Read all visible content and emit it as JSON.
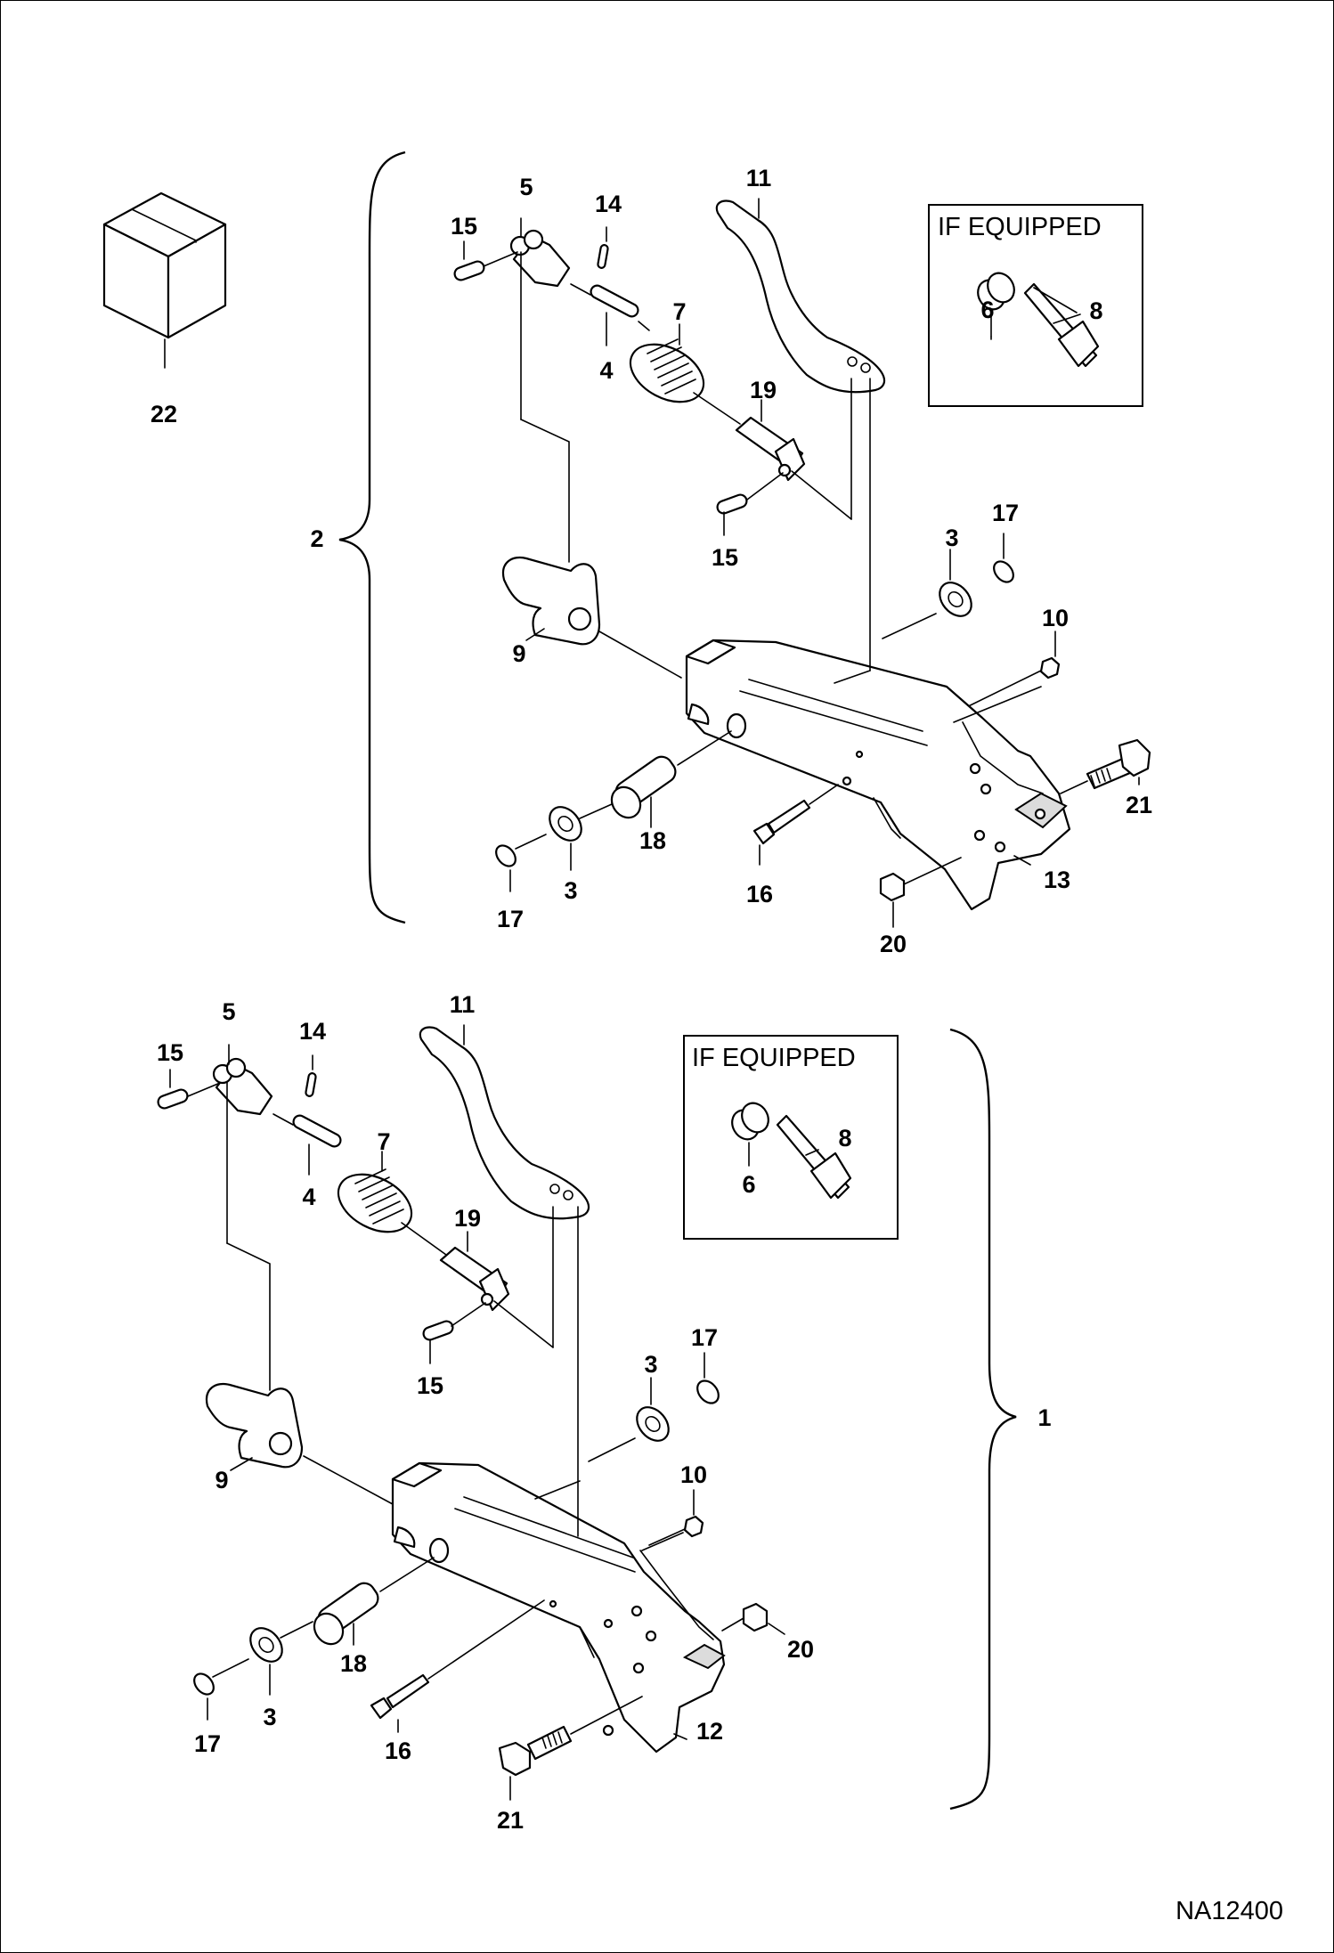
{
  "optional_box_title": "IF EQUIPPED",
  "drawing_code": "NA12400",
  "kit_label": "22",
  "assembly_labels": {
    "upper": "2",
    "lower": "1"
  },
  "upper_callouts": {
    "c11": "11",
    "c5": "5",
    "c14": "14",
    "c15a": "15",
    "c7": "7",
    "c4": "4",
    "c19": "19",
    "c15b": "15",
    "c3a": "3",
    "c17a": "17",
    "c10": "10",
    "c9": "9",
    "c21": "21",
    "c18": "18",
    "c17b": "17",
    "c3b": "3",
    "c16": "16",
    "c13": "13",
    "c20": "20",
    "box_c6": "6",
    "box_c8": "8"
  },
  "lower_callouts": {
    "c5": "5",
    "c11": "11",
    "c14": "14",
    "c15a": "15",
    "c7": "7",
    "c4": "4",
    "c19": "19",
    "c15b": "15",
    "c3a": "3",
    "c17a": "17",
    "c10": "10",
    "c9": "9",
    "c20": "20",
    "c18": "18",
    "c17b": "17",
    "c3b": "3",
    "c16": "16",
    "c12": "12",
    "c21": "21",
    "box_c6": "6",
    "box_c8": "8"
  }
}
